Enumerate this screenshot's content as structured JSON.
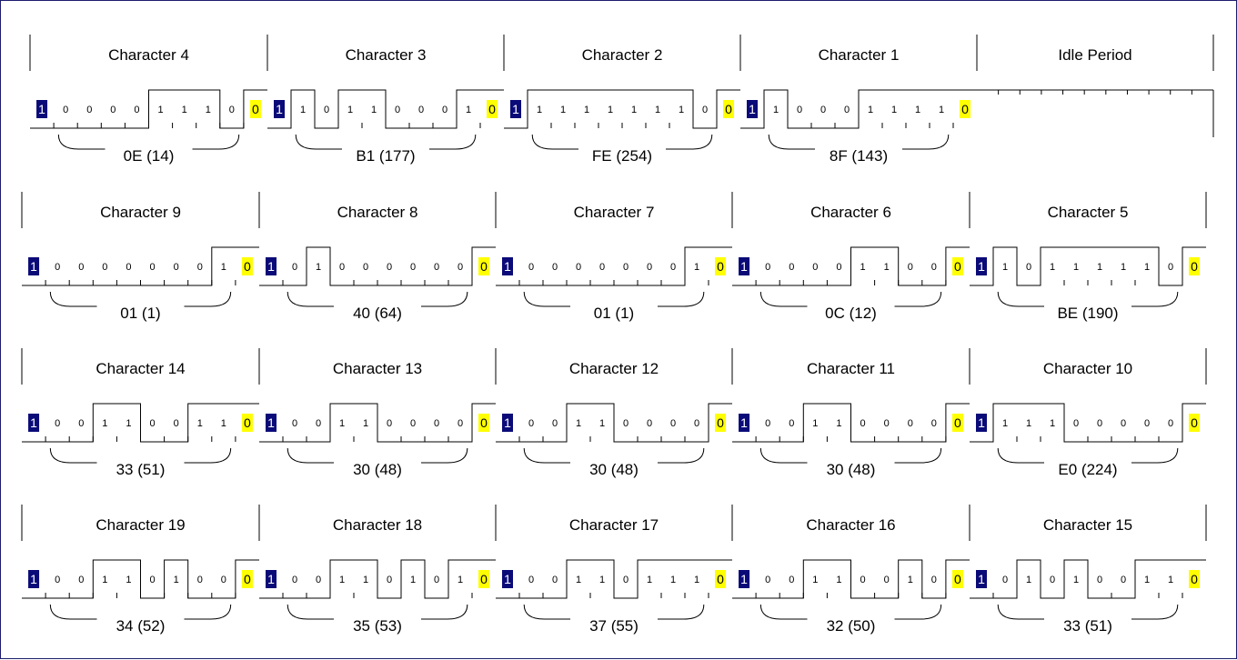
{
  "colors": {
    "start_bit": "#0a0a78",
    "stop_bit": "#ffff00",
    "line": "#000000",
    "frame": "#1c1c6e"
  },
  "rows": [
    {
      "segments": [
        {
          "title": "Character 4",
          "bits": [
            "1",
            "0",
            "0",
            "0",
            "0",
            "1",
            "1",
            "1",
            "0",
            "0"
          ],
          "value": "0E (14)"
        },
        {
          "title": "Character 3",
          "bits": [
            "1",
            "1",
            "0",
            "1",
            "1",
            "0",
            "0",
            "0",
            "1",
            "0"
          ],
          "value": "B1 (177)"
        },
        {
          "title": "Character 2",
          "bits": [
            "1",
            "1",
            "1",
            "1",
            "1",
            "1",
            "1",
            "1",
            "0",
            "0"
          ],
          "value": "FE (254)"
        },
        {
          "title": "Character 1",
          "bits": [
            "1",
            "1",
            "0",
            "0",
            "0",
            "1",
            "1",
            "1",
            "1",
            "0"
          ],
          "value": "8F (143)"
        },
        {
          "title": "Idle Period",
          "idle": true
        }
      ]
    },
    {
      "segments": [
        {
          "title": "Character 9",
          "bits": [
            "1",
            "0",
            "0",
            "0",
            "0",
            "0",
            "0",
            "0",
            "1",
            "0"
          ],
          "value": "01 (1)"
        },
        {
          "title": "Character 8",
          "bits": [
            "1",
            "0",
            "1",
            "0",
            "0",
            "0",
            "0",
            "0",
            "0",
            "0"
          ],
          "value": "40 (64)"
        },
        {
          "title": "Character 7",
          "bits": [
            "1",
            "0",
            "0",
            "0",
            "0",
            "0",
            "0",
            "0",
            "1",
            "0"
          ],
          "value": "01 (1)"
        },
        {
          "title": "Character 6",
          "bits": [
            "1",
            "0",
            "0",
            "0",
            "0",
            "1",
            "1",
            "0",
            "0",
            "0"
          ],
          "value": "0C (12)"
        },
        {
          "title": "Character 5",
          "bits": [
            "1",
            "1",
            "0",
            "1",
            "1",
            "1",
            "1",
            "1",
            "0",
            "0"
          ],
          "value": "BE (190)"
        }
      ]
    },
    {
      "segments": [
        {
          "title": "Character 14",
          "bits": [
            "1",
            "0",
            "0",
            "1",
            "1",
            "0",
            "0",
            "1",
            "1",
            "0"
          ],
          "value": "33 (51)"
        },
        {
          "title": "Character 13",
          "bits": [
            "1",
            "0",
            "0",
            "1",
            "1",
            "0",
            "0",
            "0",
            "0",
            "0"
          ],
          "value": "30 (48)"
        },
        {
          "title": "Character 12",
          "bits": [
            "1",
            "0",
            "0",
            "1",
            "1",
            "0",
            "0",
            "0",
            "0",
            "0"
          ],
          "value": "30 (48)"
        },
        {
          "title": "Character 11",
          "bits": [
            "1",
            "0",
            "0",
            "1",
            "1",
            "0",
            "0",
            "0",
            "0",
            "0"
          ],
          "value": "30 (48)"
        },
        {
          "title": "Character 10",
          "bits": [
            "1",
            "1",
            "1",
            "1",
            "0",
            "0",
            "0",
            "0",
            "0",
            "0"
          ],
          "value": "E0 (224)"
        }
      ]
    },
    {
      "segments": [
        {
          "title": "Character 19",
          "bits": [
            "1",
            "0",
            "0",
            "1",
            "1",
            "0",
            "1",
            "0",
            "0",
            "0"
          ],
          "value": "34 (52)"
        },
        {
          "title": "Character 18",
          "bits": [
            "1",
            "0",
            "0",
            "1",
            "1",
            "0",
            "1",
            "0",
            "1",
            "0"
          ],
          "value": "35 (53)"
        },
        {
          "title": "Character 17",
          "bits": [
            "1",
            "0",
            "0",
            "1",
            "1",
            "0",
            "1",
            "1",
            "1",
            "0"
          ],
          "value": "37 (55)"
        },
        {
          "title": "Character 16",
          "bits": [
            "1",
            "0",
            "0",
            "1",
            "1",
            "0",
            "0",
            "1",
            "0",
            "0"
          ],
          "value": "32 (50)"
        },
        {
          "title": "Character 15",
          "bits": [
            "1",
            "0",
            "1",
            "0",
            "1",
            "0",
            "0",
            "1",
            "1",
            "0"
          ],
          "value": "33 (51)"
        }
      ]
    }
  ]
}
